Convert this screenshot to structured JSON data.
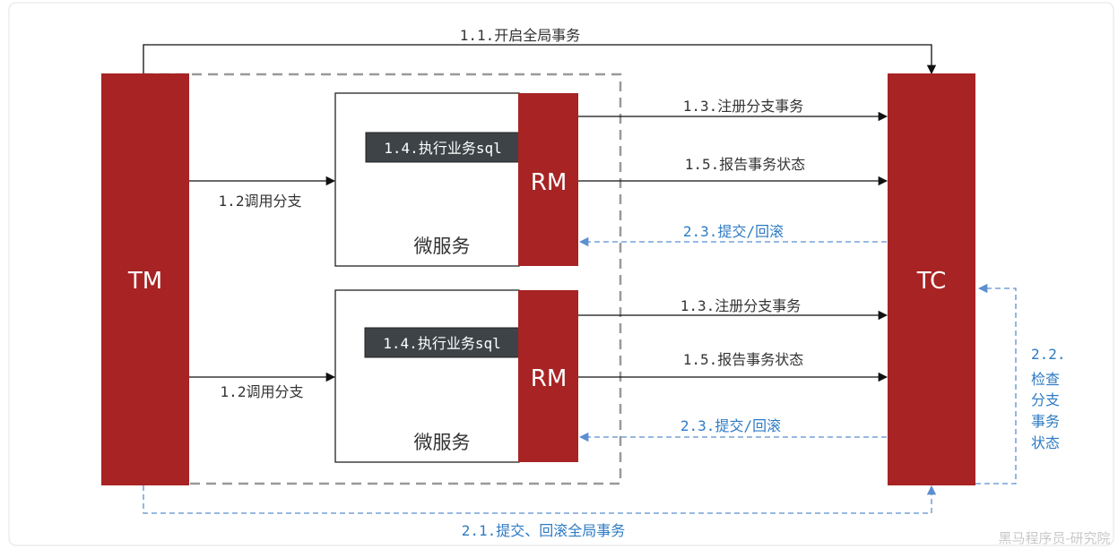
{
  "components": {
    "tm": "TM",
    "tc": "TC",
    "rm": "RM",
    "microservice": "微服务"
  },
  "labels": {
    "begin_global": "1.1.开启全局事务",
    "call_branch": "1.2调用分支",
    "register_branch": "1.3.注册分支事务",
    "execute_sql": "1.4.执行业务sql",
    "report_status": "1.5.报告事务状态",
    "global_commit_rollback": "2.1.提交、回滚全局事务",
    "check_branch": [
      "2.2.",
      "检查",
      "分支",
      "事务",
      "状态"
    ],
    "commit_rollback": "2.3.提交/回滚"
  },
  "watermark": "黑马程序员-研究院",
  "colors": {
    "component_fill": "#a82323",
    "arrow_solid": "#111111",
    "arrow_dashed": "#5b8fd0",
    "dashed_text": "#2d7bc4",
    "boundary": "#999999",
    "code_bg": "#3d4346"
  }
}
